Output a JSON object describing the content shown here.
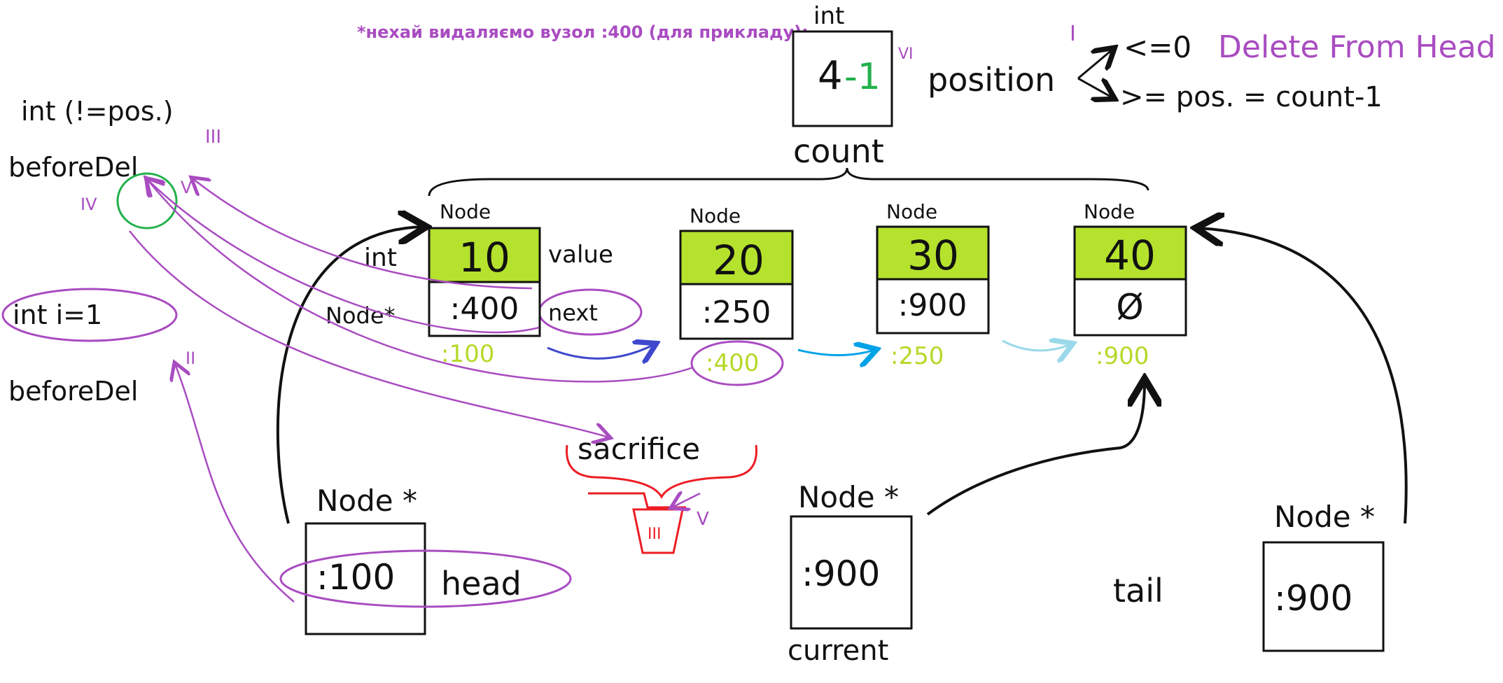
{
  "caption": "*нехай видаляємо вузол :400 (для прикладу):",
  "count": {
    "type": "int",
    "value_main": "4",
    "value_change": "-1",
    "label": "count",
    "step": "VI"
  },
  "position": {
    "label": "position",
    "case1_step": "I",
    "case1_cond": "<=0",
    "case1_action": "Delete From Head",
    "case2_cond": ">= pos. = count-1"
  },
  "before_del_1": {
    "type": "int (!=pos.)",
    "name": "beforeDel",
    "step_top": "III",
    "step_left": "IV",
    "step_arrow": "V"
  },
  "counter": {
    "label": "int i=1"
  },
  "before_del_2": {
    "name": "beforeDel",
    "step": "II"
  },
  "field_labels": {
    "int": "int",
    "value": "value",
    "node_ptr": "Node*",
    "next": "next"
  },
  "nodes": [
    {
      "type": "Node",
      "value": "10",
      "next": ":400",
      "address": ":100",
      "address_color": "#b5d929"
    },
    {
      "type": "Node",
      "value": "20",
      "next": ":250",
      "address": ":400",
      "address_color": "#b5d929"
    },
    {
      "type": "Node",
      "value": "30",
      "next": ":900",
      "address": ":250",
      "address_color": "#b5d929"
    },
    {
      "type": "Node",
      "value": "40",
      "next": "Ø",
      "address": ":900",
      "address_color": "#b5d929"
    }
  ],
  "sacrifice": {
    "label": "sacrifice",
    "bin_mark": "III",
    "step": "V"
  },
  "head": {
    "type": "Node *",
    "value": ":100",
    "label": "head"
  },
  "current": {
    "type": "Node *",
    "value": ":900",
    "label": "current"
  },
  "tail": {
    "type": "Node *",
    "value": ":900",
    "label": "tail"
  },
  "colors": {
    "value_fill": "#b5e22d",
    "purple": "#a94cc1",
    "green": "#22b14c",
    "red": "#ed1c24",
    "lime": "#b5d929"
  }
}
